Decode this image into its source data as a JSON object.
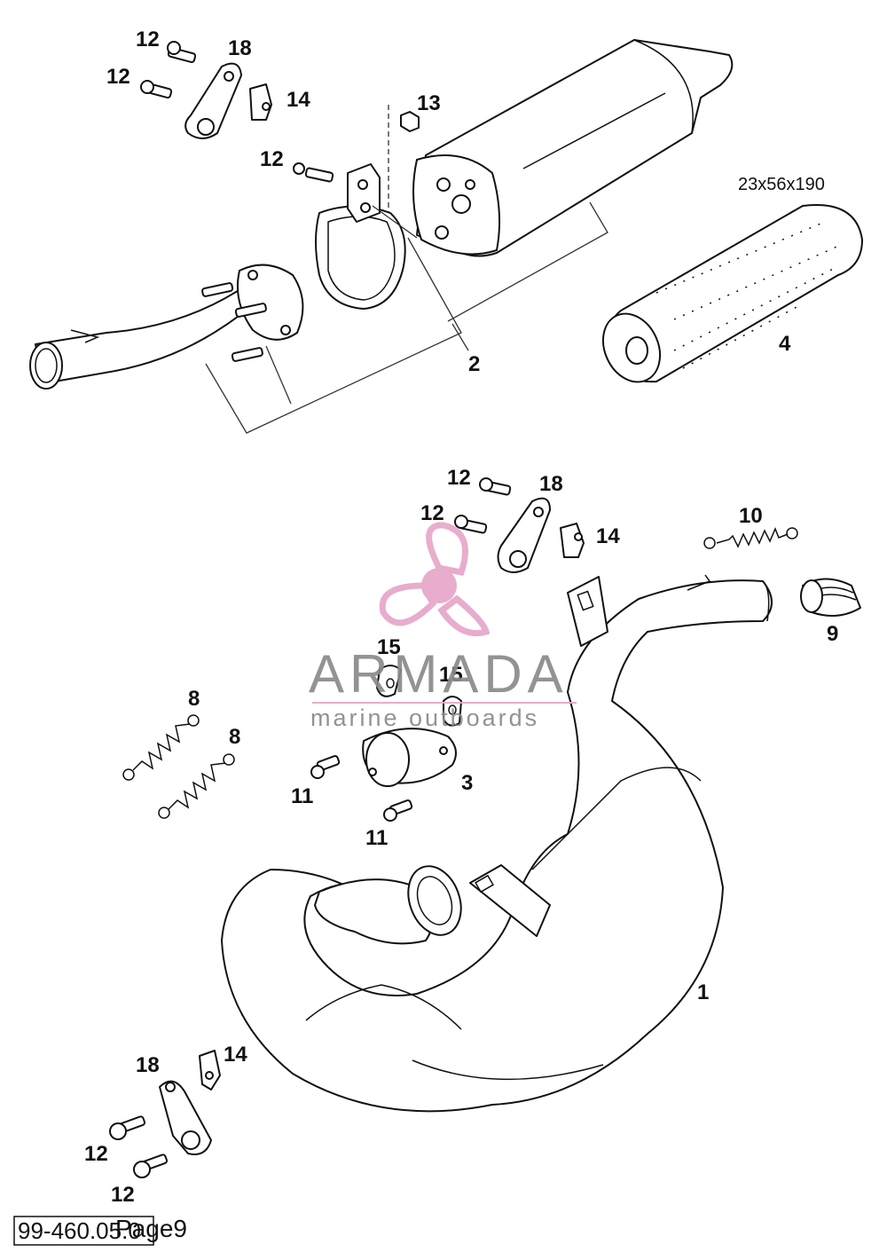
{
  "callouts": {
    "c12a": "12",
    "c12b": "12",
    "c18a": "18",
    "c14a": "14",
    "c13": "13",
    "c12c": "12",
    "c2": "2",
    "c4": "4",
    "c12d": "12",
    "c18b": "18",
    "c12e": "12",
    "c14b": "14",
    "c10": "10",
    "c9": "9",
    "c15a": "15",
    "c15b": "15",
    "c8a": "8",
    "c8b": "8",
    "c11a": "11",
    "c3": "3",
    "c11b": "11",
    "c1": "1",
    "c18c": "18",
    "c14c": "14",
    "c12f": "12",
    "c12g": "12"
  },
  "dimension_label": "23x56x190",
  "watermark": {
    "title": "ARMADA",
    "subtitle": "marine outboards",
    "logo_icon": "propeller-logo-icon",
    "color_logo": "#e7a6c9",
    "color_text": "#8a8a8a"
  },
  "footer": {
    "reference": "99-460.05.0",
    "page": "Page9"
  }
}
